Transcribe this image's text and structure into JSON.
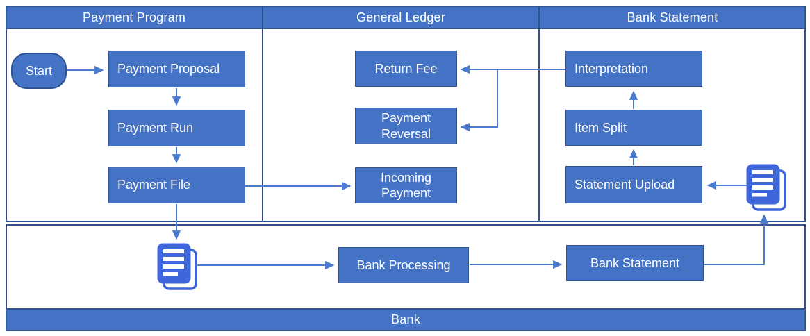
{
  "diagram": {
    "title_implicit": "Payment process flow across swimlanes",
    "colors": {
      "node_fill": "#4472C4",
      "node_border": "#2F528F",
      "lane_border": "#2F528F",
      "connector": "#4A79CE",
      "document_icon": "#3E65D9",
      "label_text": "#FFFFFF"
    },
    "lanes": {
      "payment_program": {
        "label": "Payment Program"
      },
      "general_ledger": {
        "label": "General Ledger"
      },
      "bank_statement": {
        "label": "Bank Statement"
      },
      "bank": {
        "label": "Bank"
      }
    },
    "nodes": {
      "start": {
        "label": "Start"
      },
      "payment_proposal": {
        "label": "Payment Proposal"
      },
      "payment_run": {
        "label": "Payment Run"
      },
      "payment_file": {
        "label": "Payment File"
      },
      "return_fee": {
        "label": "Return Fee"
      },
      "payment_reversal": {
        "label": "Payment Reversal"
      },
      "incoming_payment": {
        "label": "Incoming Payment"
      },
      "interpretation": {
        "label": "Interpretation"
      },
      "item_split": {
        "label": "Item Split"
      },
      "statement_upload": {
        "label": "Statement Upload"
      },
      "bank_processing": {
        "label": "Bank Processing"
      },
      "bank_statement_box": {
        "label": "Bank Statement"
      }
    },
    "icons": {
      "payment_file_document": "document-icon",
      "bank_statement_document": "document-icon"
    },
    "flows": [
      "Start → Payment Proposal",
      "Payment Proposal → Payment Run",
      "Payment Run → Payment File",
      "Payment File → Incoming Payment",
      "Payment File → document (Bank lane)",
      "document (Bank lane) → Bank Processing",
      "Bank Processing → Bank Statement",
      "Bank Statement → document (Bank Statement lane)",
      "document → Statement Upload",
      "Statement Upload → Item Split",
      "Item Split → Interpretation",
      "Interpretation → Return Fee",
      "Interpretation → Payment Reversal"
    ]
  }
}
